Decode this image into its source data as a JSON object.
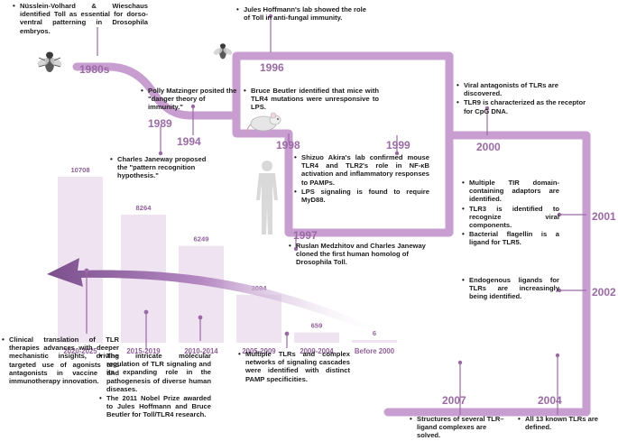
{
  "timeline": {
    "years": [
      "1980s",
      "1989",
      "1994",
      "1996",
      "1997",
      "1998",
      "1999",
      "2000",
      "2001",
      "2002",
      "2004",
      "2007"
    ],
    "notes": [
      {
        "id": "n1980s",
        "items": [
          "Nüsslein-Volhard & Wieschaus identified Toll as essential for dorso-ventral patterning in Drosophila embryos."
        ]
      },
      {
        "id": "n1996",
        "items": [
          "Jules Hoffmann's lab showed the role of Toll in anti-fungal immunity."
        ]
      },
      {
        "id": "n1994",
        "items": [
          "Polly Matzinger posited the \"danger theory of immunity.\""
        ]
      },
      {
        "id": "n1989",
        "items": [
          "Charles Janeway proposed the \"pattern recognition hypothesis.\""
        ]
      },
      {
        "id": "n1998",
        "items": [
          "Bruce Beutler identified that mice with TLR4 mutations were unresponsive to LPS."
        ]
      },
      {
        "id": "n1999",
        "items": [
          "Shizuo Akira's lab confirmed mouse TLR4 and TLR2's role in NF-κB activation and inflammatory responses to PAMPs.",
          "LPS signaling is found to require MyD88."
        ]
      },
      {
        "id": "n1997",
        "items": [
          "Ruslan Medzhitov and Charles Janeway cloned the first human homolog of Drosophila Toll."
        ]
      },
      {
        "id": "n2000",
        "items": [
          "Viral antagonists of TLRs are discovered.",
          "TLR9 is characterized as the receptor for CpG DNA."
        ]
      },
      {
        "id": "n2001",
        "items": [
          "Multiple TIR domain-containing adaptors are identified.",
          "TLR3 is identified to recognize viral components.",
          "Bacterial flagellin is a ligand for TLR5."
        ]
      },
      {
        "id": "n2002",
        "items": [
          "Endogenous ligands for TLRs are increasingly being identified."
        ]
      },
      {
        "id": "n2007",
        "items": [
          "Structures of several TLR–ligand complexes are solved."
        ]
      },
      {
        "id": "n2004",
        "items": [
          "All 13 known TLRs are defined."
        ]
      }
    ]
  },
  "chart_data": {
    "type": "bar",
    "categories": [
      "2020-2025",
      "2015-2019",
      "2010-2014",
      "2005-2009",
      "2000-2004",
      "Before 2000"
    ],
    "values": [
      10708,
      8264,
      6249,
      3094,
      659,
      6
    ],
    "value_labels": [
      "10708",
      "8264",
      "6249",
      "3094",
      "659",
      "6"
    ],
    "title": "",
    "xlabel": "",
    "ylabel": "",
    "ylim": [
      0,
      10708
    ],
    "grid": false,
    "colors": {
      "bar": "#efe3f2",
      "label": "#8f5f9a"
    }
  },
  "period_notes": [
    {
      "id": "p2020",
      "items": [
        "Clinical translation of TLR therapies advances with deeper mechanistic insights, driving targeted use of agonists and antagonists in vaccine and immunotherapy innovation."
      ]
    },
    {
      "id": "p2015",
      "items": [
        "The intricate molecular regulation of TLR signaling and its expanding role in the pathogenesis of diverse human diseases.",
        "The 2011 Nobel Prize awarded to Jules Hoffmann and Bruce Beutler for Toll/TLR4 research."
      ]
    },
    {
      "id": "p2005",
      "items": [
        "Multiple TLRs and complex networks of signaling cascades were identified with distinct PAMP specificities."
      ]
    }
  ],
  "icons": [
    "fly-icon",
    "fly-icon",
    "mouse-icon",
    "human-silhouette-icon",
    "trend-arrow"
  ],
  "colors": {
    "track": "#c89ed1",
    "accent": "#9b6aa6",
    "arrow": "#7b4f8c"
  }
}
